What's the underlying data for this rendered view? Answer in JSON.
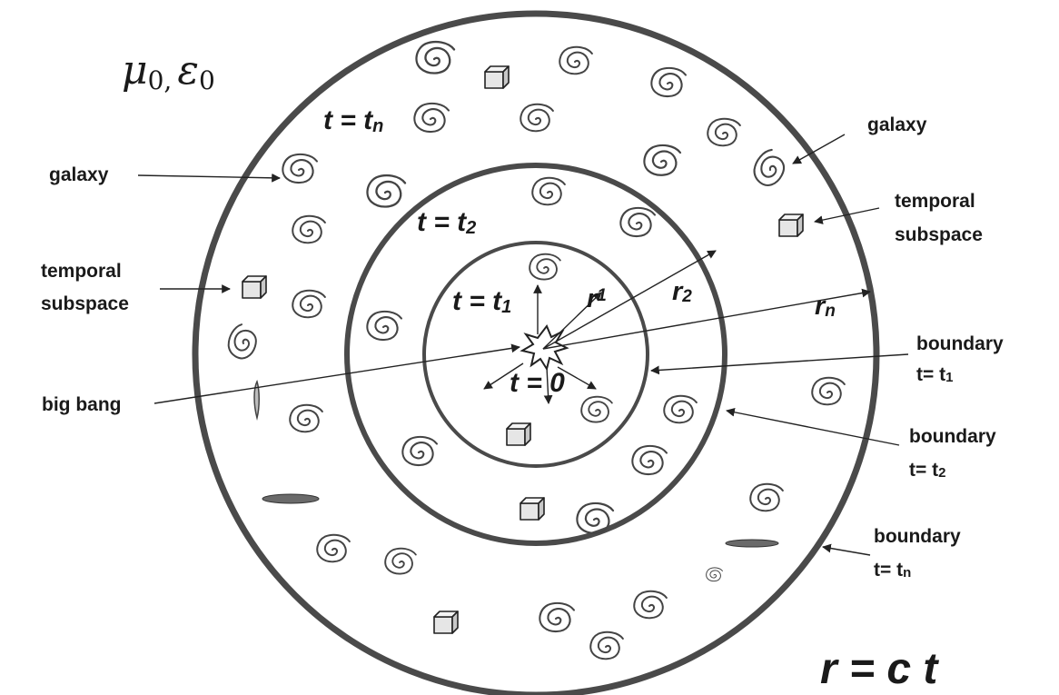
{
  "constants": {
    "mu": "μ",
    "mu_sub": "0,",
    "epsilon": "ε",
    "epsilon_sub": "0"
  },
  "time_labels": {
    "tn": {
      "t": "t = t",
      "sub": "n"
    },
    "t2": {
      "t": "t = t",
      "sub": "2"
    },
    "t1": {
      "t": "t = t",
      "sub": "1"
    },
    "t0": "t = 0"
  },
  "radius_labels": {
    "r1": {
      "r": "r",
      "sub": "1"
    },
    "r2": {
      "r": "r",
      "sub": "2"
    },
    "rn": {
      "r": "r",
      "sub": "n"
    }
  },
  "callouts": {
    "galaxy_left": "galaxy",
    "galaxy_right": "galaxy",
    "temporal_left": [
      "temporal",
      "subspace"
    ],
    "temporal_right": [
      "temporal",
      "subspace"
    ],
    "big_bang": "big bang",
    "boundary_1": {
      "word": "boundary",
      "t": "t= t",
      "sub": "1"
    },
    "boundary_2": {
      "word": "boundary",
      "t": "t= t",
      "sub": "2"
    },
    "boundary_n": {
      "word": "boundary",
      "t": "t= t",
      "sub": "n"
    }
  },
  "formula": "r = c t",
  "colors": {
    "ring": "#4a4a4a",
    "ink": "#1a1a1a",
    "cube_fill": "#e6e6e6",
    "ellipse_fill": "#6a6a6a"
  }
}
